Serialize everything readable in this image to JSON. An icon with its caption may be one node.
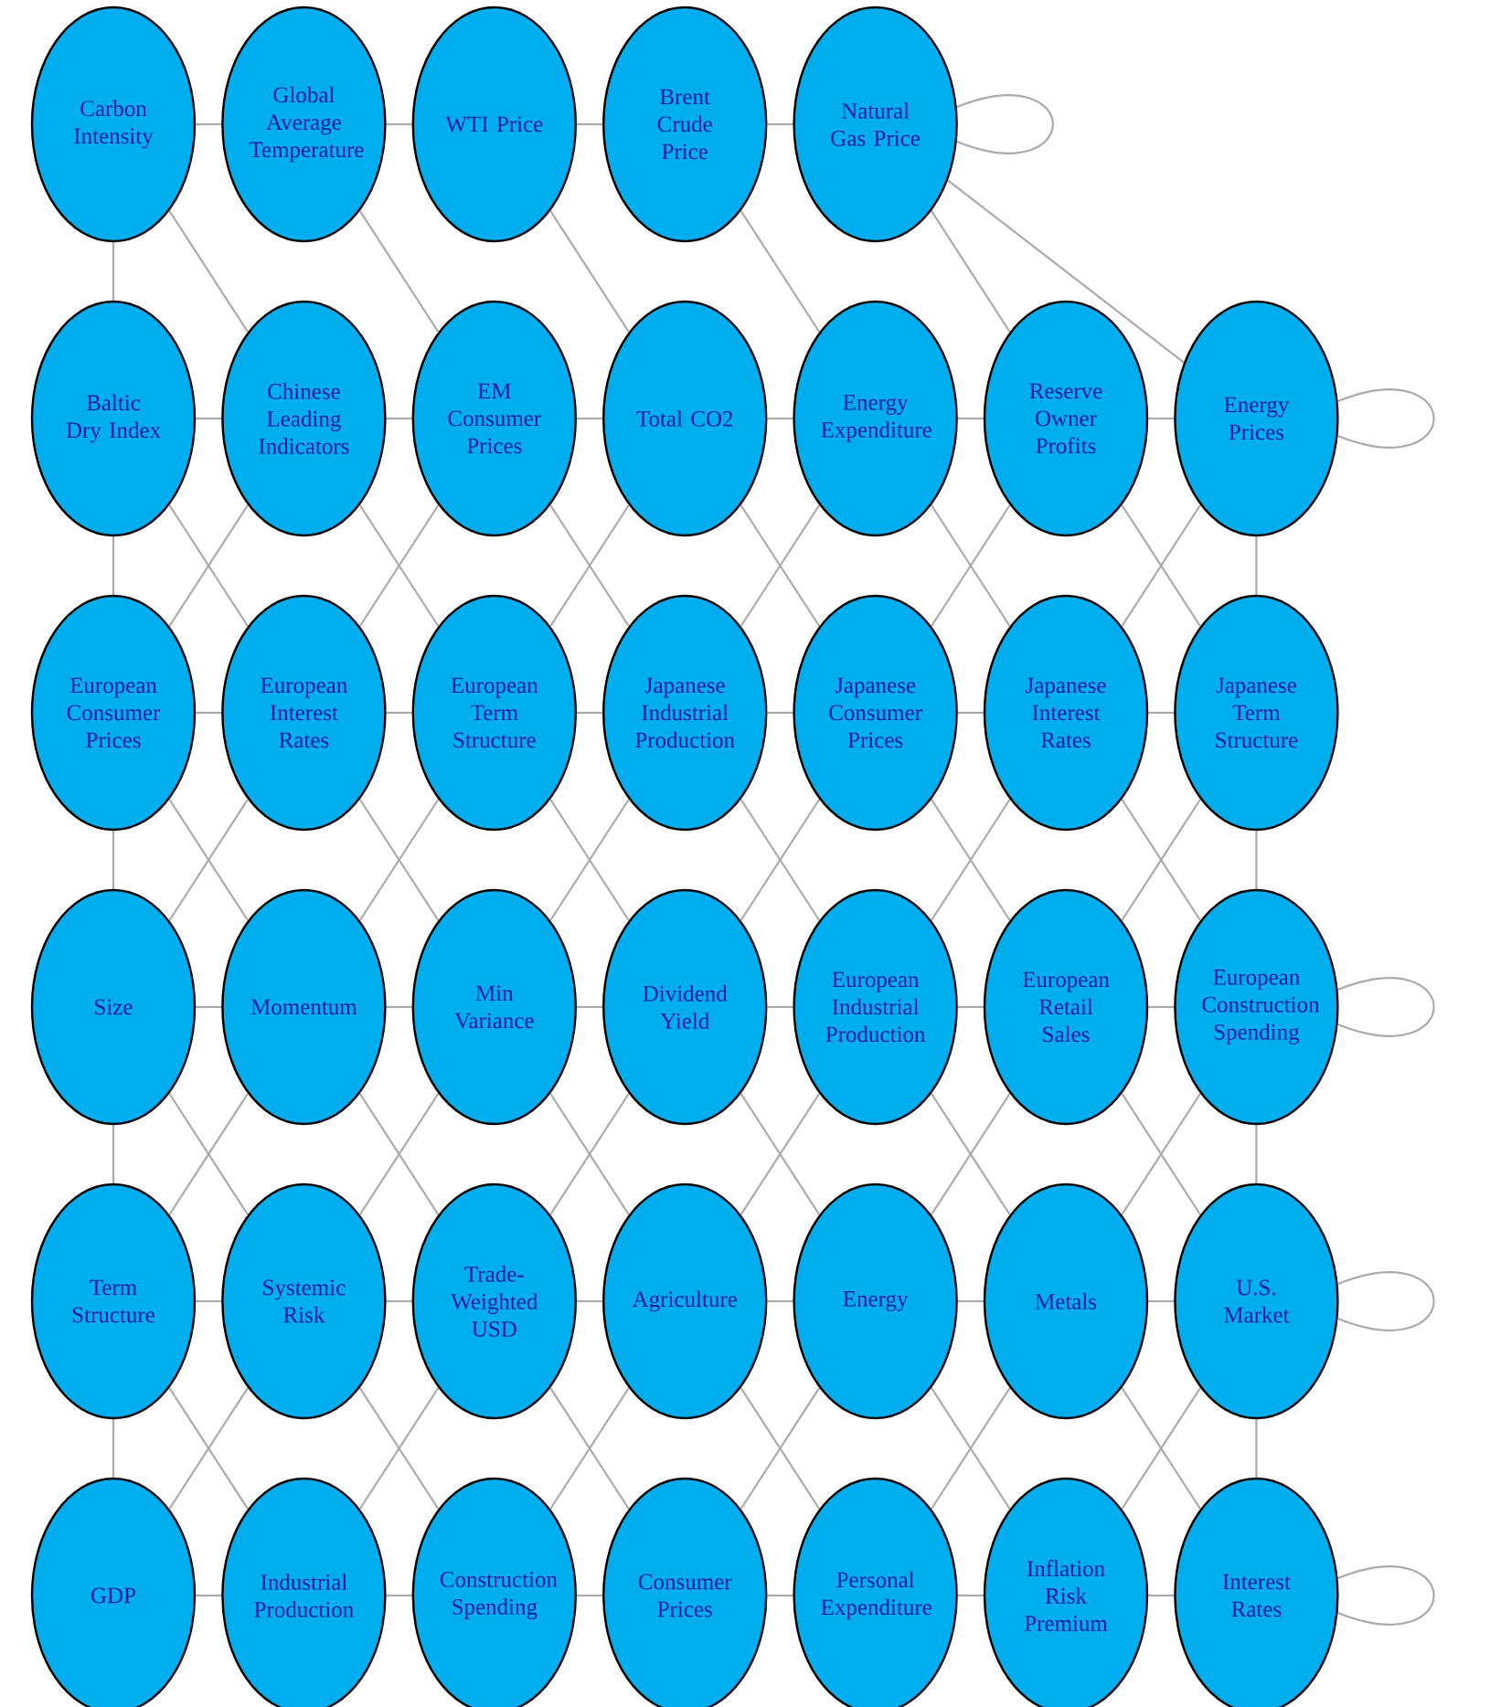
{
  "diagram": {
    "nodes": [
      {
        "text": [
          "Carbon Intensity"
        ]
      },
      {
        "text": [
          "Global Average Temperature"
        ]
      },
      {
        "text": [
          "WTI Price"
        ]
      },
      {
        "text": [
          "Brent Crude Price"
        ]
      },
      {
        "text": [
          "Natural Gas Price"
        ]
      },
      {
        "text": [
          "Baltic Dry Index"
        ]
      },
      {
        "text": [
          "Chinese Leading Indicators"
        ]
      },
      {
        "text": [
          "EM Consumer Prices"
        ]
      },
      {
        "text": [
          "Total CO2"
        ]
      },
      {
        "text": [
          "Energy Expenditure"
        ]
      },
      {
        "text": [
          "Reserve Owner Profits"
        ]
      },
      {
        "text": [
          "Energy Prices"
        ]
      },
      {
        "text": [
          "European Consumer Prices"
        ]
      },
      {
        "text": [
          "European Interest Rates"
        ]
      },
      {
        "text": [
          "European Term Structure"
        ]
      },
      {
        "text": [
          "Japanese Industrial Production"
        ]
      },
      {
        "text": [
          "Japanese Consumer Prices"
        ]
      },
      {
        "text": [
          "Japanese Interest Rates"
        ]
      },
      {
        "text": [
          "Japanese Term Structure"
        ]
      },
      {
        "text": [
          "Size"
        ]
      },
      {
        "text": [
          "Momentum"
        ]
      },
      {
        "text": [
          "Min Variance"
        ]
      },
      {
        "text": [
          "Dividend Yield"
        ]
      },
      {
        "text": [
          "European Industrial Production"
        ]
      },
      {
        "text": [
          "European Retail Sales"
        ]
      },
      {
        "text": [
          "European Construction Spending"
        ]
      },
      {
        "text": [
          "Term Structure"
        ]
      },
      {
        "text": [
          "Systemic Risk"
        ]
      },
      {
        "text": [
          "Trade-Weighted USD"
        ]
      },
      {
        "text": [
          "Agriculture"
        ]
      },
      {
        "text": [
          "Energy"
        ]
      },
      {
        "text": [
          "Metals"
        ]
      },
      {
        "text": [
          "U.S. Market"
        ]
      },
      {
        "text": [
          "GDP"
        ]
      },
      {
        "text": [
          "Industrial Production"
        ]
      },
      {
        "text": [
          "Construction Spending"
        ]
      },
      {
        "text": [
          "Consumer Prices"
        ]
      },
      {
        "text": [
          "Personal Expenditure"
        ]
      },
      {
        "text": [
          "Inflation Risk Premium"
        ]
      },
      {
        "text": [
          "Interest Rates"
        ]
      }
    ],
    "edges": [
      {
        "from": 4,
        "to": 4,
        "arrow": "none"
      },
      {
        "from": 11,
        "to": 11,
        "arrow": "none"
      },
      {
        "from": 25,
        "to": 25,
        "arrow": "none"
      },
      {
        "from": 32,
        "to": 32,
        "arrow": "none"
      },
      {
        "from": 39,
        "to": 39,
        "arrow": "none"
      },
      {
        "from": 0,
        "to": 1,
        "arrow": "none"
      },
      {
        "from": 1,
        "to": 2,
        "arrow": "none"
      },
      {
        "from": 2,
        "to": 3,
        "arrow": "none"
      },
      {
        "from": 3,
        "to": 4,
        "arrow": "none"
      },
      {
        "from": 5,
        "to": 6,
        "arrow": "none"
      },
      {
        "from": 6,
        "to": 7,
        "arrow": "none"
      },
      {
        "from": 7,
        "to": 8,
        "arrow": "none"
      },
      {
        "from": 8,
        "to": 9,
        "arrow": "none"
      },
      {
        "from": 9,
        "to": 10,
        "arrow": "none"
      },
      {
        "from": 10,
        "to": 11,
        "arrow": "none"
      },
      {
        "from": 12,
        "to": 13,
        "arrow": "none"
      },
      {
        "from": 13,
        "to": 14,
        "arrow": "none"
      },
      {
        "from": 14,
        "to": 15,
        "arrow": "none"
      },
      {
        "from": 15,
        "to": 16,
        "arrow": "none"
      },
      {
        "from": 16,
        "to": 17,
        "arrow": "none"
      },
      {
        "from": 17,
        "to": 18,
        "arrow": "none"
      },
      {
        "from": 19,
        "to": 20,
        "arrow": "none"
      },
      {
        "from": 20,
        "to": 21,
        "arrow": "none"
      },
      {
        "from": 21,
        "to": 22,
        "arrow": "none"
      },
      {
        "from": 22,
        "to": 23,
        "arrow": "none"
      },
      {
        "from": 23,
        "to": 24,
        "arrow": "none"
      },
      {
        "from": 24,
        "to": 25,
        "arrow": "none"
      },
      {
        "from": 26,
        "to": 27,
        "arrow": "none"
      },
      {
        "from": 27,
        "to": 28,
        "arrow": "none"
      },
      {
        "from": 28,
        "to": 29,
        "arrow": "none"
      },
      {
        "from": 29,
        "to": 30,
        "arrow": "none"
      },
      {
        "from": 30,
        "to": 31,
        "arrow": "none"
      },
      {
        "from": 31,
        "to": 32,
        "arrow": "none"
      },
      {
        "from": 33,
        "to": 34,
        "arrow": "none"
      },
      {
        "from": 34,
        "to": 35,
        "arrow": "none"
      },
      {
        "from": 35,
        "to": 36,
        "arrow": "none"
      },
      {
        "from": 36,
        "to": 37,
        "arrow": "none"
      },
      {
        "from": 37,
        "to": 38,
        "arrow": "none"
      },
      {
        "from": 38,
        "to": 39,
        "arrow": "none"
      },
      {
        "from": 0,
        "to": 5,
        "arrow": "none"
      },
      {
        "from": 5,
        "to": 12,
        "arrow": "none"
      },
      {
        "from": 12,
        "to": 19,
        "arrow": "none"
      },
      {
        "from": 19,
        "to": 26,
        "arrow": "none"
      },
      {
        "from": 26,
        "to": 33,
        "arrow": "none"
      },
      {
        "from": 11,
        "to": 18,
        "arrow": "none"
      },
      {
        "from": 18,
        "to": 25,
        "arrow": "none"
      },
      {
        "from": 25,
        "to": 32,
        "arrow": "none"
      },
      {
        "from": 32,
        "to": 39,
        "arrow": "none"
      },
      {
        "from": 0,
        "to": 6,
        "arrow": "none"
      },
      {
        "from": 1,
        "to": 7,
        "arrow": "none"
      },
      {
        "from": 2,
        "to": 8,
        "arrow": "none"
      },
      {
        "from": 3,
        "to": 9,
        "arrow": "none"
      },
      {
        "from": 4,
        "to": 10,
        "arrow": "none"
      },
      {
        "from": 4,
        "to": 11,
        "arrow": "none"
      },
      {
        "from": 5,
        "to": 13,
        "arrow": "none"
      },
      {
        "from": 6,
        "to": 14,
        "arrow": "none"
      },
      {
        "from": 7,
        "to": 15,
        "arrow": "none"
      },
      {
        "from": 8,
        "to": 16,
        "arrow": "none"
      },
      {
        "from": 9,
        "to": 17,
        "arrow": "none"
      },
      {
        "from": 10,
        "to": 18,
        "arrow": "none"
      },
      {
        "from": 6,
        "to": 12,
        "arrow": "none"
      },
      {
        "from": 7,
        "to": 13,
        "arrow": "none"
      },
      {
        "from": 8,
        "to": 14,
        "arrow": "none"
      },
      {
        "from": 9,
        "to": 15,
        "arrow": "none"
      },
      {
        "from": 10,
        "to": 16,
        "arrow": "none"
      },
      {
        "from": 11,
        "to": 17,
        "arrow": "none"
      },
      {
        "from": 12,
        "to": 20,
        "arrow": "none"
      },
      {
        "from": 13,
        "to": 21,
        "arrow": "none"
      },
      {
        "from": 14,
        "to": 22,
        "arrow": "none"
      },
      {
        "from": 15,
        "to": 23,
        "arrow": "none"
      },
      {
        "from": 16,
        "to": 24,
        "arrow": "none"
      },
      {
        "from": 17,
        "to": 25,
        "arrow": "none"
      },
      {
        "from": 13,
        "to": 19,
        "arrow": "none"
      },
      {
        "from": 14,
        "to": 20,
        "arrow": "none"
      },
      {
        "from": 15,
        "to": 21,
        "arrow": "none"
      },
      {
        "from": 16,
        "to": 22,
        "arrow": "none"
      },
      {
        "from": 17,
        "to": 23,
        "arrow": "none"
      },
      {
        "from": 18,
        "to": 24,
        "arrow": "none"
      },
      {
        "from": 19,
        "to": 27,
        "arrow": "none"
      },
      {
        "from": 20,
        "to": 28,
        "arrow": "none"
      },
      {
        "from": 21,
        "to": 29,
        "arrow": "none"
      },
      {
        "from": 22,
        "to": 30,
        "arrow": "none"
      },
      {
        "from": 23,
        "to": 31,
        "arrow": "none"
      },
      {
        "from": 24,
        "to": 32,
        "arrow": "none"
      },
      {
        "from": 20,
        "to": 26,
        "arrow": "none"
      },
      {
        "from": 21,
        "to": 27,
        "arrow": "none"
      },
      {
        "from": 22,
        "to": 28,
        "arrow": "none"
      },
      {
        "from": 23,
        "to": 29,
        "arrow": "none"
      },
      {
        "from": 24,
        "to": 30,
        "arrow": "none"
      },
      {
        "from": 25,
        "to": 31,
        "arrow": "none"
      },
      {
        "from": 26,
        "to": 34,
        "arrow": "none"
      },
      {
        "from": 27,
        "to": 35,
        "arrow": "none"
      },
      {
        "from": 28,
        "to": 36,
        "arrow": "none"
      },
      {
        "from": 29,
        "to": 37,
        "arrow": "none"
      },
      {
        "from": 30,
        "to": 38,
        "arrow": "none"
      },
      {
        "from": 31,
        "to": 39,
        "arrow": "none"
      },
      {
        "from": 27,
        "to": 33,
        "arrow": "none"
      },
      {
        "from": 28,
        "to": 34,
        "arrow": "none"
      },
      {
        "from": 29,
        "to": 35,
        "arrow": "none"
      },
      {
        "from": 30,
        "to": 36,
        "arrow": "none"
      },
      {
        "from": 31,
        "to": 37,
        "arrow": "none"
      },
      {
        "from": 32,
        "to": 38,
        "arrow": "none"
      }
    ]
  }
}
